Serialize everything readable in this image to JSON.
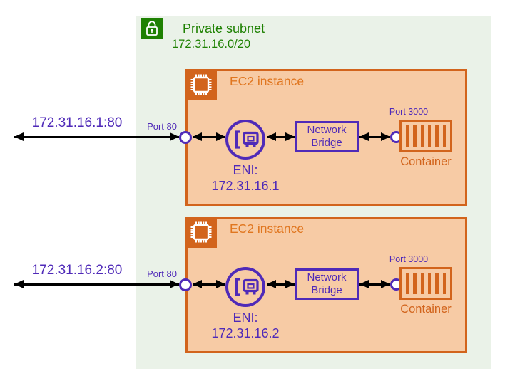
{
  "subnet": {
    "label": "Private subnet",
    "cidr": "172.31.16.0/20"
  },
  "instances": [
    {
      "title": "EC2 instance",
      "external_ip": "172.31.16.1:80",
      "eni_port_label": "Port 80",
      "eni_heading": "ENI:",
      "eni_ip": "172.31.16.1",
      "bridge_label": "Network Bridge",
      "container_port_label": "Port 3000",
      "container_label": "Container"
    },
    {
      "title": "EC2 instance",
      "external_ip": "172.31.16.2:80",
      "eni_port_label": "Port 80",
      "eni_heading": "ENI:",
      "eni_ip": "172.31.16.2",
      "bridge_label": "Network Bridge",
      "container_port_label": "Port 3000",
      "container_label": "Container"
    }
  ],
  "colors": {
    "subnet_green": "#1e8102",
    "subnet_bg": "#eaf2e8",
    "orange_border": "#d2641c",
    "orange_text": "#e0761f",
    "instance_fill": "#f7cba5",
    "purple": "#4f2ab8",
    "arrow_black": "#000000"
  }
}
